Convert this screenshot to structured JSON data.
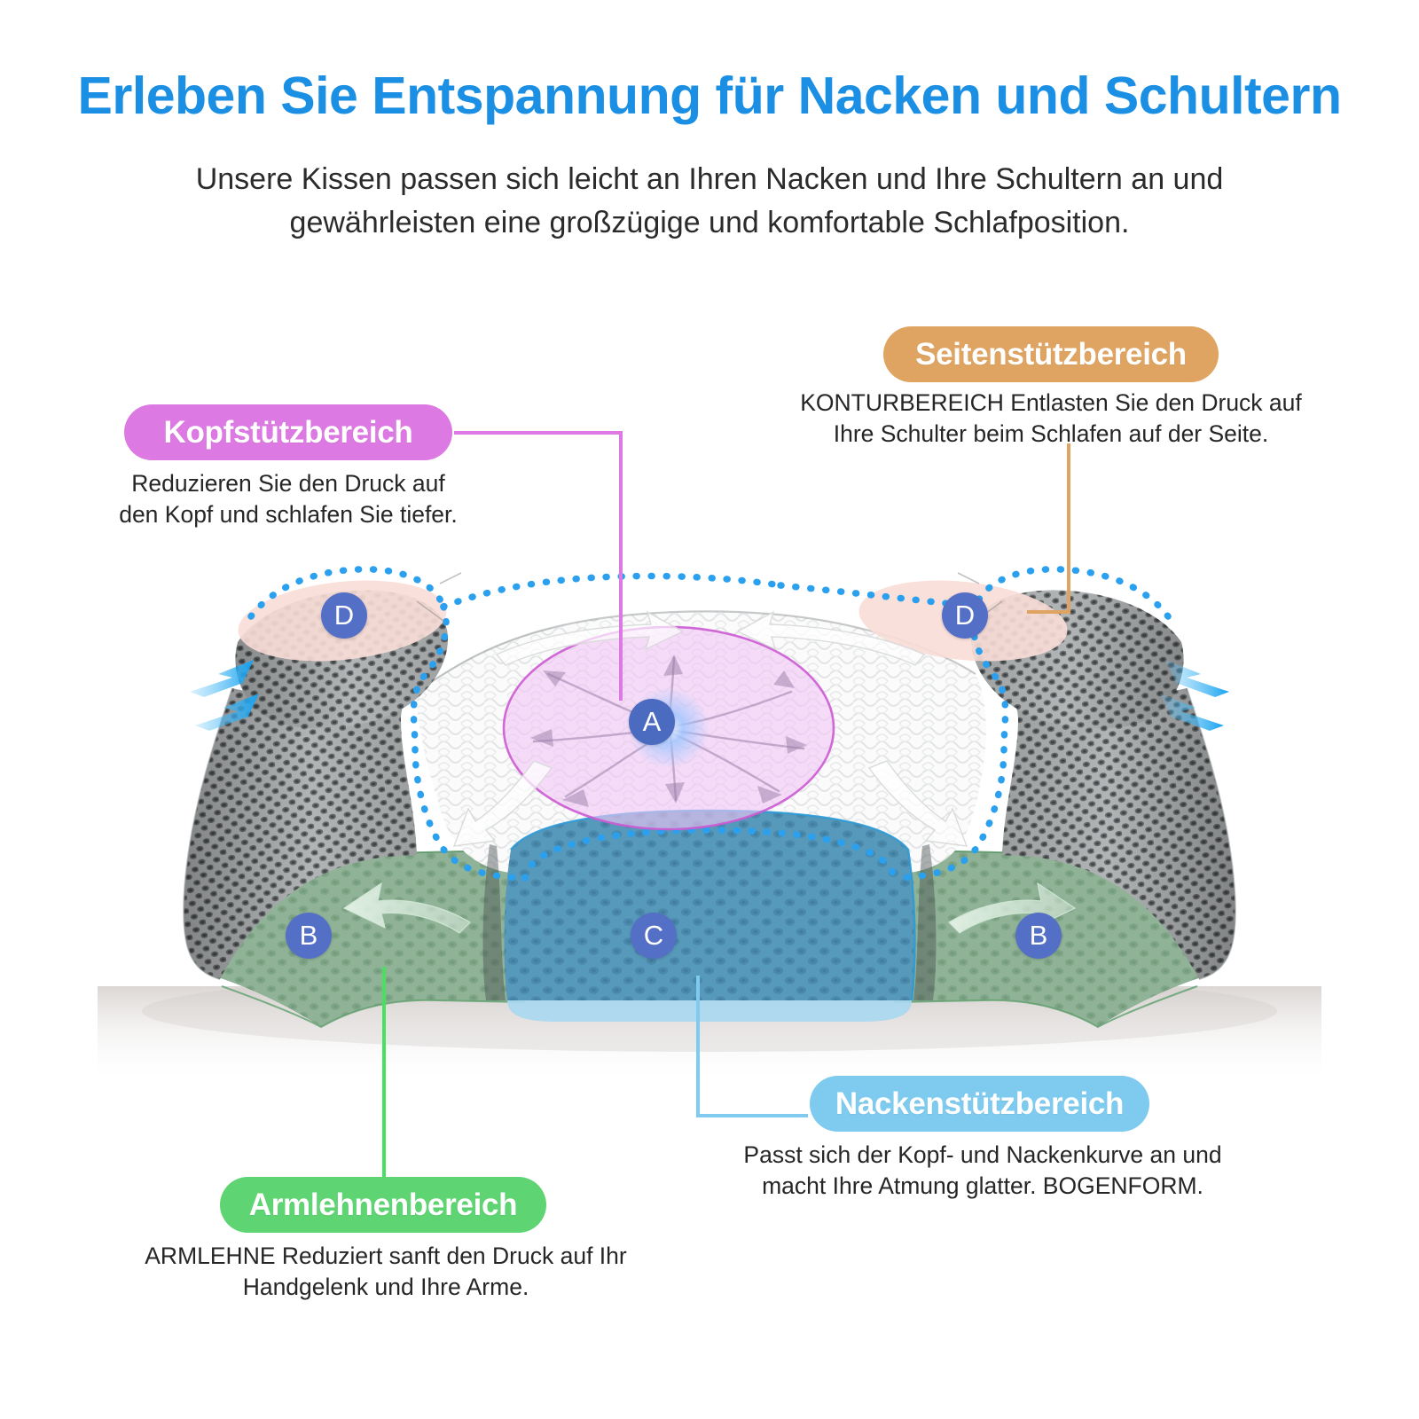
{
  "header": {
    "title": "Erleben Sie Entspannung für Nacken und Schultern",
    "subtitle": "Unsere Kissen passen sich leicht an Ihren Nacken und Ihre Schultern an und gewährleisten eine großzügige und komfortable Schlafposition."
  },
  "callouts": {
    "head": {
      "label": "Kopfstützbereich",
      "description": "Reduzieren Sie den Druck auf\nden Kopf und schlafen Sie tiefer.",
      "color": "#dd79e2"
    },
    "side": {
      "label": "Seitenstützbereich",
      "description": "KONTURBEREICH Entlasten Sie den Druck auf\nIhre Schulter beim Schlafen auf der Seite.",
      "color": "#dfa462"
    },
    "neck": {
      "label": "Nackenstützbereich",
      "description": "Passt sich der Kopf- und Nackenkurve an und\nmacht Ihre Atmung glatter. BOGENFORM.",
      "color": "#7ecbef"
    },
    "arm": {
      "label": "Armlehnenbereich",
      "description": "ARMLEHNE Reduziert sanft den Druck auf Ihr\nHandgelenk und Ihre Arme.",
      "color": "#5fd473"
    }
  },
  "badges": {
    "a": "A",
    "b_left": "B",
    "b_right": "B",
    "c": "C",
    "d_left": "D",
    "d_right": "D",
    "color": "#5470c6"
  },
  "diagram": {
    "product": "contour-neck-pillow",
    "regions": [
      {
        "key": "A",
        "name": "head-support-zone",
        "tint": "#e8b7ec"
      },
      {
        "key": "B",
        "name": "armrest-zone",
        "tint": "#8fb79a"
      },
      {
        "key": "C",
        "name": "neck-support-zone",
        "tint": "#4e91b4"
      },
      {
        "key": "D",
        "name": "side-support-zone",
        "tint": "#f6dcd6"
      }
    ],
    "airflow_arrow_color": "#2aa0ee"
  },
  "theme": {
    "title_color": "#1a8fe3",
    "body_text_color": "#262626",
    "background": "#ffffff"
  }
}
